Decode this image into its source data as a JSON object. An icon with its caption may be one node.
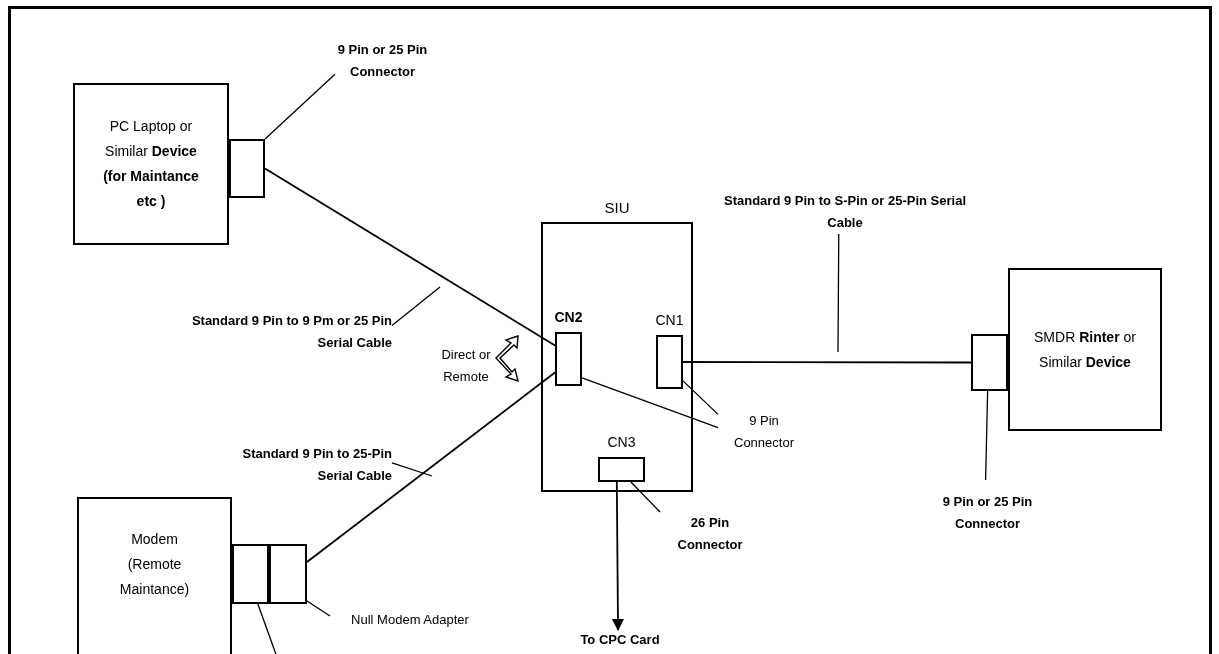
{
  "diagram": {
    "nodes": [
      {
        "text": [
          "PC Laptop or Similar **Device (for Maintance etc )**"
        ]
      },
      {
        "text": [],
        "shape": "box"
      },
      {
        "text": [
          "SIU"
        ]
      },
      {
        "text": [
          "CN2"
        ],
        "in": 2
      },
      {
        "text": [
          "CN1"
        ],
        "in": 2
      },
      {
        "text": [
          "CN3"
        ],
        "in": 2
      },
      {
        "text": [],
        "shape": "box"
      },
      {
        "text": [
          "SMDR **Rinter** or Similar **Device**"
        ]
      },
      {
        "text": [
          "Modem (Remote Maintance)"
        ]
      },
      {
        "text": [],
        "shape": "box"
      },
      {
        "text": [],
        "shape": "box"
      },
      {
        "text": [
          "To CPC Card"
        ]
      },
      {
        "text": [
          "9 Pin or 25 Pin Connector"
        ]
      },
      {
        "text": [
          "Standard 9 Pin to 9 Pm or 25 Pin Serial Cable"
        ]
      },
      {
        "text": [
          "Direct or Remote"
        ]
      },
      {
        "text": [
          "Standard 9 Pin to S-Pin or 25-Pin Serial Cable"
        ]
      },
      {
        "text": [
          "9 Pin Connector"
        ]
      },
      {
        "text": [
          "Standard 9 Pin to 25-Pin Serial Cable"
        ]
      },
      {
        "text": [
          "26 Pin Connector"
        ]
      },
      {
        "text": [
          "9 Pin or 25 Pin Connector"
        ]
      },
      {
        "text": [
          "Null Modem Adapter"
        ]
      }
    ],
    "edges": [
      {
        "from": 1,
        "to": 3,
        "arrow": "none"
      },
      {
        "from": 10,
        "to": 3,
        "arrow": "none"
      },
      {
        "from": 4,
        "to": 6,
        "arrow": "none"
      },
      {
        "from": 5,
        "to": 11,
        "arrow": "to"
      },
      {
        "from": 12,
        "to": 1,
        "arrow": "none"
      },
      {
        "from": 13,
        "to": null,
        "arrow": "none"
      },
      {
        "from": 15,
        "to": null,
        "arrow": "none"
      },
      {
        "from": 16,
        "to": 3,
        "arrow": "none"
      },
      {
        "from": 16,
        "to": 4,
        "arrow": "none"
      },
      {
        "from": 17,
        "to": null,
        "arrow": "none"
      },
      {
        "from": 18,
        "to": 5,
        "arrow": "none"
      },
      {
        "from": 19,
        "to": 6,
        "arrow": "none"
      },
      {
        "from": 20,
        "to": 10,
        "arrow": "none"
      },
      {
        "from": null,
        "to": 9,
        "arrow": "none"
      }
    ]
  }
}
